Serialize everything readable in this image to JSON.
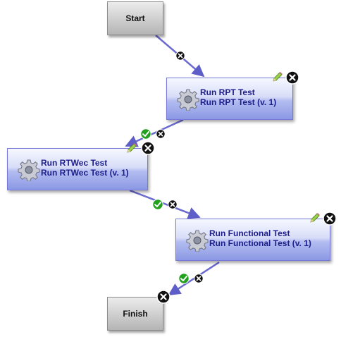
{
  "workflow": {
    "start_label": "Start",
    "finish_label": "Finish",
    "steps": [
      {
        "title": "Run RPT Test",
        "version": "Run RPT Test (v. 1)"
      },
      {
        "title": "Run RTWec Test",
        "version": "Run RTWec Test (v. 1)"
      },
      {
        "title": "Run Functional Test",
        "version": "Run Functional Test (v. 1)"
      }
    ]
  },
  "icons": {
    "edit": "pencil-icon",
    "delete": "delete-icon",
    "pass": "checkmark-icon",
    "gear": "gear-icon"
  },
  "colors": {
    "connector": "#6a6ad0",
    "step_text": "#1d1d8c",
    "pass_green": "#22a01e",
    "delete_black": "#111111"
  }
}
